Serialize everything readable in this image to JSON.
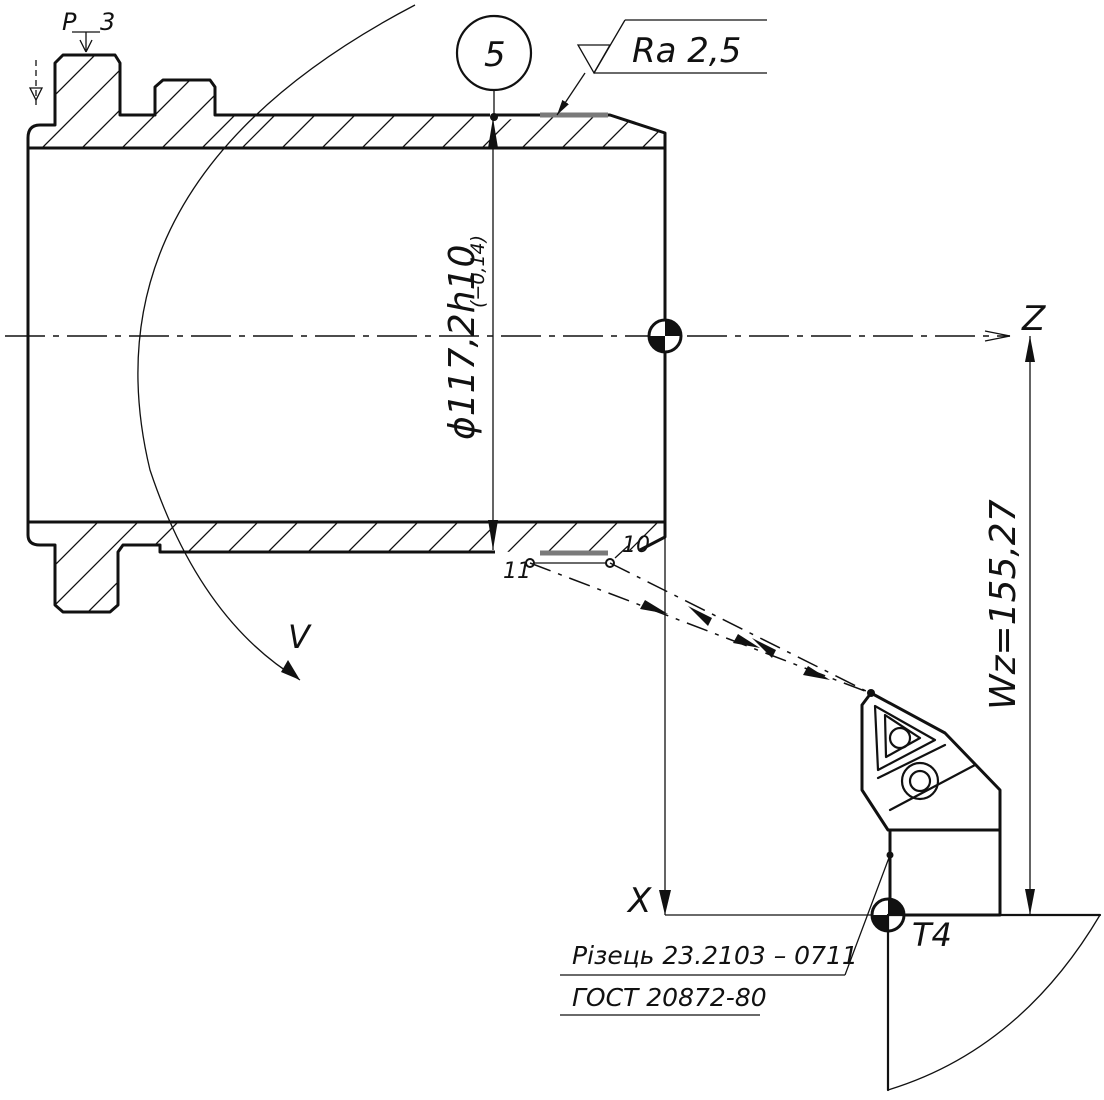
{
  "annotations": {
    "datum_letter": "P",
    "datum_value": "3",
    "step_number": "5",
    "roughness": "Ra 2,5",
    "diameter_main": "ϕ117,2h10",
    "diameter_tolerance": "(−0,14)",
    "axis_z": "Z",
    "axis_x": "X",
    "speed": "V",
    "point_10": "10",
    "point_11": "11",
    "tool_position": "T4",
    "offset_dimension": "Wz=155,27"
  },
  "tool_label": {
    "line1": "Різець 23.2103 – 0711",
    "line2": "ГОСТ 20872-80"
  },
  "colors": {
    "ink": "#111111",
    "finish_surface": "#7a7a7a",
    "background": "#ffffff"
  }
}
